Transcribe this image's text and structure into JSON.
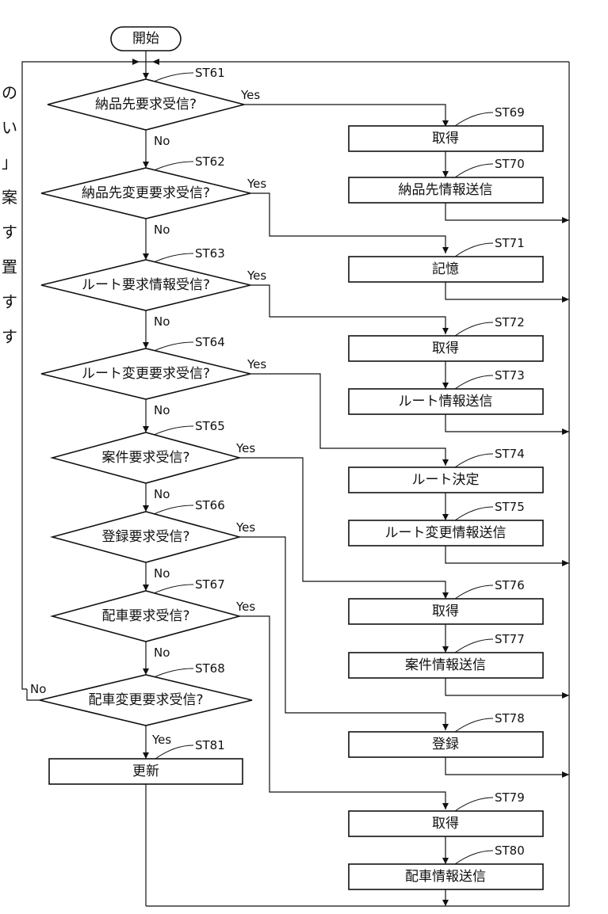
{
  "start": "開始",
  "decisions": [
    {
      "step": "ST61",
      "label": "納品先要求受信?",
      "yes": "Yes",
      "no": "No"
    },
    {
      "step": "ST62",
      "label": "納品先変更要求受信?",
      "yes": "Yes",
      "no": "No"
    },
    {
      "step": "ST63",
      "label": "ルート要求情報受信?",
      "yes": "Yes",
      "no": "No"
    },
    {
      "step": "ST64",
      "label": "ルート変更要求受信?",
      "yes": "Yes",
      "no": "No"
    },
    {
      "step": "ST65",
      "label": "案件要求受信?",
      "yes": "Yes",
      "no": "No"
    },
    {
      "step": "ST66",
      "label": "登録要求受信?",
      "yes": "Yes",
      "no": "No"
    },
    {
      "step": "ST67",
      "label": "配車要求受信?",
      "yes": "Yes",
      "no": "No"
    },
    {
      "step": "ST68",
      "label": "配車変更要求受信?",
      "yes": "Yes",
      "no": "No"
    }
  ],
  "processes": [
    {
      "step": "ST69",
      "label": "取得"
    },
    {
      "step": "ST70",
      "label": "納品先情報送信"
    },
    {
      "step": "ST71",
      "label": "記憶"
    },
    {
      "step": "ST72",
      "label": "取得"
    },
    {
      "step": "ST73",
      "label": "ルート情報送信"
    },
    {
      "step": "ST74",
      "label": "ルート決定"
    },
    {
      "step": "ST75",
      "label": "ルート変更情報送信"
    },
    {
      "step": "ST76",
      "label": "取得"
    },
    {
      "step": "ST77",
      "label": "案件情報送信"
    },
    {
      "step": "ST78",
      "label": "登録"
    },
    {
      "step": "ST79",
      "label": "取得"
    },
    {
      "step": "ST80",
      "label": "配車情報送信"
    },
    {
      "step": "ST81",
      "label": "更新"
    }
  ],
  "margin_glyphs": [
    "の",
    "い",
    "」",
    "案",
    "す",
    "置",
    "す",
    "す"
  ]
}
